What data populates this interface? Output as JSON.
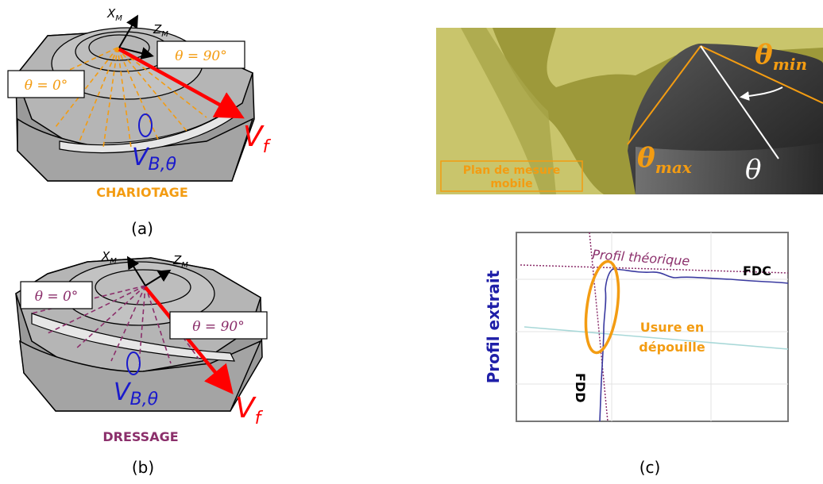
{
  "panel_a": {
    "axis_x": "X",
    "axis_x_sub": "M",
    "axis_z": "Z",
    "axis_z_sub": "M",
    "theta_0": "θ = 0°",
    "theta_90": "θ = 90°",
    "vf": "V",
    "vf_sub": "f",
    "vb": "V",
    "vb_sub": "B,θ",
    "title": "CHARIOTAGE",
    "caption": "(a)"
  },
  "panel_b": {
    "axis_x": "X",
    "axis_x_sub": "M",
    "axis_z": "Z",
    "axis_z_sub": "M",
    "theta_0": "θ = 0°",
    "theta_90": "θ = 90°",
    "vf": "V",
    "vf_sub": "f",
    "vb": "V",
    "vb_sub": "B,θ",
    "title": "DRESSAGE",
    "caption": "(b)"
  },
  "panel_photo": {
    "plane_label_1": "Plan de mesure",
    "plane_label_2": "mobile",
    "theta_min": "θ",
    "theta_min_sub": "min",
    "theta_max": "θ",
    "theta_max_sub": "max",
    "theta": "θ"
  },
  "panel_c": {
    "ylabel": "Profil extrait",
    "theoretical": "Profil théorique",
    "fdc": "FDC",
    "fdd": "FDD",
    "wear_1": "Usure en",
    "wear_2": "dépouille",
    "caption": "(c)"
  },
  "colors": {
    "orange": "#f39c12",
    "red": "#ff0000",
    "blue": "#1a1acc",
    "purple": "#8b2f6b",
    "dark_blue": "#1f1fa8",
    "olive": "#c8c46a"
  }
}
